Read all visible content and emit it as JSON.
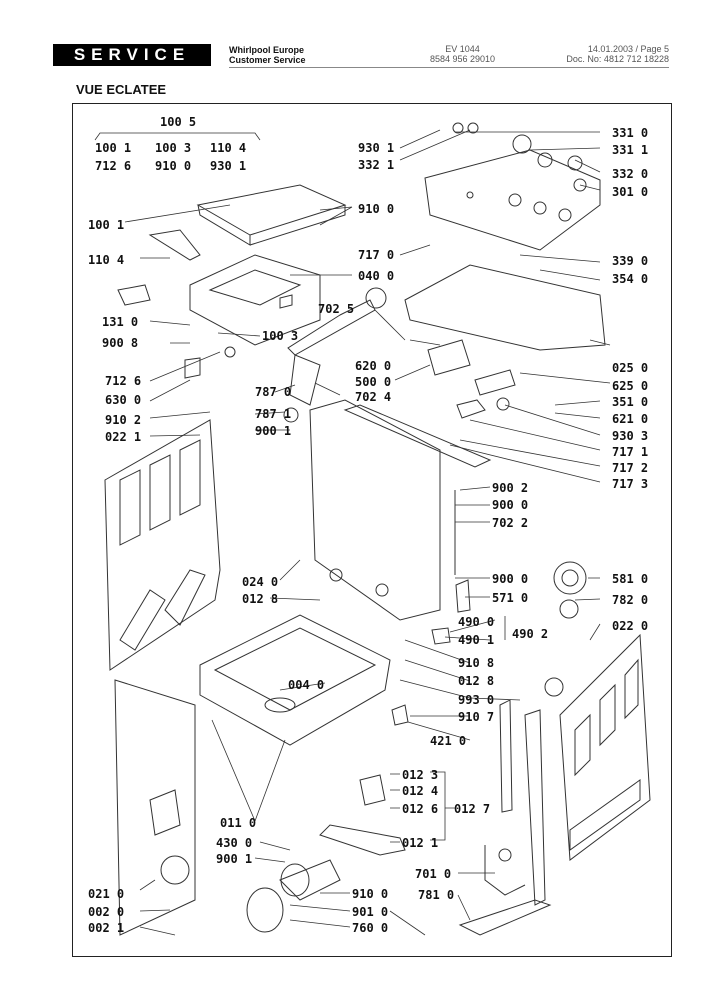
{
  "header": {
    "service_label": "SERVICE",
    "company_line1": "Whirlpool Europe",
    "company_line2": "Customer Service",
    "model": "EV 1044",
    "part_number": "8584 956 29010",
    "date_page": "14.01.2003 / Page 5",
    "doc_no": "Doc. No: 4812 712 18228"
  },
  "title": "VUE ECLATEE",
  "labels": [
    "100 5",
    "100 1",
    "100 3",
    "110 4",
    "712 6",
    "910 0",
    "930 1",
    "930 1",
    "332 1",
    "331 0",
    "331 1",
    "332 0",
    "301 0",
    "100 1",
    "910 0",
    "110 4",
    "717 0",
    "040 0",
    "339 0",
    "354 0",
    "702 5",
    "131 0",
    "100 3",
    "900 8",
    "620 0",
    "025 0",
    "500 0",
    "625 0",
    "712 6",
    "787 0",
    "702 4",
    "351 0",
    "630 0",
    "787 1",
    "621 0",
    "910 2",
    "900 1",
    "930 3",
    "022 1",
    "717 1",
    "717 2",
    "717 3",
    "900 2",
    "900 0",
    "702 2",
    "024 0",
    "900 0",
    "581 0",
    "012 8",
    "571 0",
    "782 0",
    "490 0",
    "022 0",
    "490 1",
    "490 2",
    "910 8",
    "012 8",
    "004 0",
    "993 0",
    "910 7",
    "421 0",
    "012 3",
    "012 4",
    "012 6",
    "012 7",
    "012 1",
    "011 0",
    "430 0",
    "900 1",
    "701 0",
    "021 0",
    "910 0",
    "781 0",
    "002 0",
    "901 0",
    "002 1",
    "760 0"
  ]
}
